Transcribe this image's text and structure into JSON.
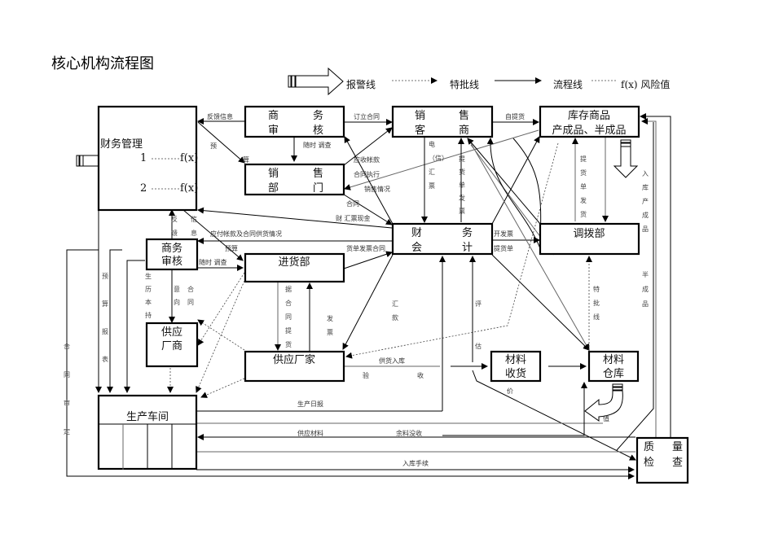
{
  "title": "核心机构流程图",
  "legend": {
    "alarm_line": "报警线",
    "special_line": "特批线",
    "flow_line": "流程线",
    "risk_value": "f(x) 风险值"
  },
  "nodes": {
    "finance_mgmt": {
      "label": "财务管理",
      "item1": "1",
      "item2": "2",
      "fx": "f(x)"
    },
    "biz_review_top": {
      "l1a": "商",
      "l1b": "务",
      "l2a": "审",
      "l2b": "核"
    },
    "sales_dept": {
      "l1a": "销",
      "l1b": "售",
      "l2a": "部",
      "l2b": "门"
    },
    "sales_customer": {
      "l1a": "销",
      "l1b": "售",
      "l2a": "客",
      "l2b": "商"
    },
    "inventory": {
      "l1": "库存商品",
      "l2": "产成品、半成品"
    },
    "accounting": {
      "l1a": "财",
      "l1b": "务",
      "l2a": "会",
      "l2b": "计"
    },
    "dispatch": {
      "label": "调拨部"
    },
    "biz_review_left": {
      "l1": "商务",
      "l2": "审核"
    },
    "purchasing": {
      "label": "进货部"
    },
    "supplier_vendor": {
      "l1": "供应",
      "l2": "厂商"
    },
    "supplier_factory": {
      "label": "供应厂家"
    },
    "material_receiving": {
      "l1": "材料",
      "l2": "收货"
    },
    "material_warehouse": {
      "l1": "材料",
      "l2": "仓库"
    },
    "production": {
      "label": "生产车间"
    },
    "quality": {
      "l1a": "质",
      "l1b": "量",
      "l2a": "检",
      "l2b": "查"
    }
  },
  "edge_labels": {
    "feedback_info": "反馈信息",
    "sign_contract": "订立合同",
    "self_pickup": "自提货",
    "check_anytime": "随时 调查",
    "budget_yu": "预",
    "budget_suan": "算",
    "receivable": "应收帐款",
    "contract_exec": "合同执行",
    "sales_status": "销售情况",
    "contract": "合同",
    "finance_cash": "财 汇票现金",
    "payable_status": "应付帐款及合同供货情况",
    "budget": "预算",
    "invoice_contract": "货单发票合同",
    "issue_invoice": "开发票",
    "pickup_bill": "提货单",
    "check_anytime2": "随时 调查",
    "supply_in": "供货入库",
    "inspect_a": "验",
    "inspect_b": "收",
    "daily_report": "生产日报",
    "supply_material": "供应材料",
    "leftover_recovery": "余料没收",
    "storage_procedure": "入库手续",
    "price": "价",
    "value": "值"
  },
  "vertical_labels": {
    "telegraph": [
      "电",
      "（信）",
      "汇",
      "票"
    ],
    "pickup_invoice": [
      "提",
      "货",
      "单",
      "发",
      "票"
    ],
    "pickup_ship": [
      "提",
      "货",
      "单",
      "发",
      "货"
    ],
    "storage_finished": [
      "入",
      "库",
      "产",
      "成",
      "品"
    ],
    "semi_finished": [
      "半",
      "成",
      "品"
    ],
    "feedback": [
      "反",
      "馈"
    ],
    "info": [
      "信",
      "息"
    ],
    "budget_report": [
      "预",
      "算",
      "报",
      "表"
    ],
    "contract_review": [
      "合",
      "同",
      "审",
      "定"
    ],
    "intent": [
      "意",
      "向"
    ],
    "contract_he": [
      "合",
      "同"
    ],
    "cost": [
      "生",
      "历",
      "本",
      "持"
    ],
    "by_contract": [
      "据",
      "合",
      "同",
      "提",
      "货"
    ],
    "invoice": [
      "发",
      "票"
    ],
    "remit": [
      "汇",
      "款"
    ],
    "evaluate": [
      "评",
      "估"
    ],
    "special": [
      "特",
      "批",
      "线"
    ]
  }
}
